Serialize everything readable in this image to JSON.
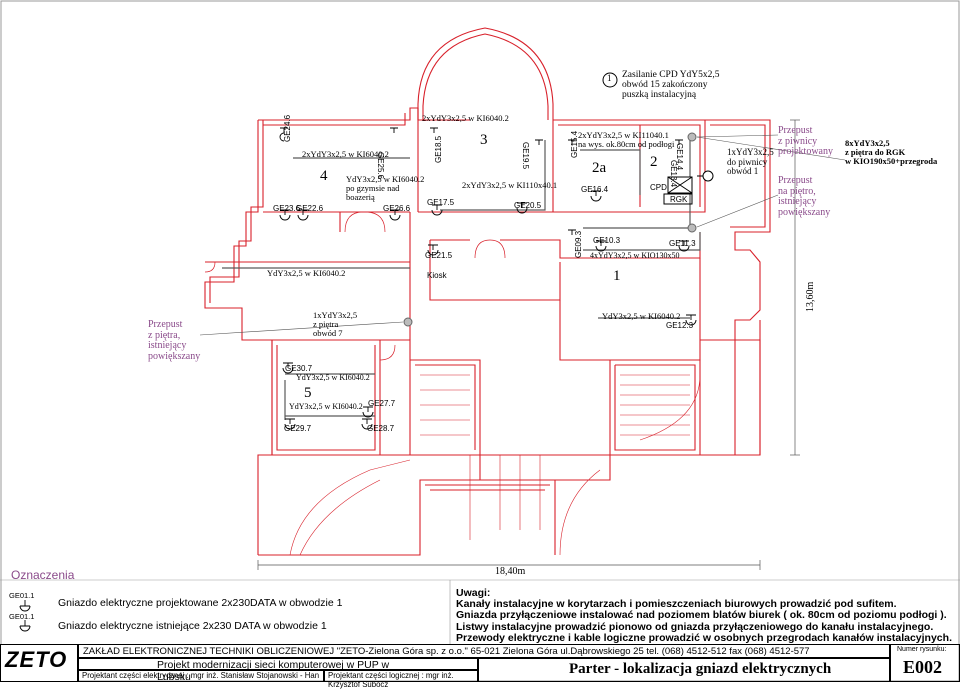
{
  "callout": {
    "number": "1",
    "line1": "Zasilanie CPD YdY5x2,5",
    "line2": "obwód 15 zakończony",
    "line3": "puszką instalacyjną"
  },
  "rooms": {
    "r3": "3",
    "r4": "4",
    "r2a": "2a",
    "r2": "2",
    "r1": "1",
    "r5": "5",
    "kiosk": "Kiosk",
    "cpd": "CPD",
    "rgk": "RGK"
  },
  "cables": {
    "c1": "2xYdY3x2,5 w KI6040.2",
    "c2": "2xYdY3x2,5 w KI6040.2",
    "c3": "YdY3x2,5 w KI6040.2",
    "c3b": "po gzymsie nad",
    "c3c": "boazerią",
    "c4": "2xYdY3x2,5 w KI110x40.1",
    "c5": "2xYdY3x2,5 w KI11040.1",
    "c5b": "na wys. ok.80cm od podłogi",
    "c6": "4xYdY3x2,5 w KIO130x50",
    "c7": "YdY3x2,5 w KI6040.2",
    "c8": "YdY3x2,5 w KI6040.2",
    "c9": "1xYdY3x2,5",
    "c9b": "z piętra",
    "c9c": "obwód 7",
    "c10": "YdY3x2,5 w KI6040.2",
    "c11": "YdY3x2,5 w KI6040.2",
    "c12": "1xYdY3x2,5",
    "c12b": "do piwnicy",
    "c12c": "obwód 1"
  },
  "outlets": [
    "GE24.6",
    "GE25.6",
    "GE18.5",
    "GE19.5",
    "GE15.4",
    "GE14.4",
    "GE13.4",
    "GE23.6",
    "GE22.6",
    "GE26.6",
    "GE17.5",
    "GE20.5",
    "GE16.4",
    "GE21.5",
    "GE09.3",
    "GE10.3",
    "GE11.3",
    "GE12.3",
    "GE30.7",
    "GE27.7",
    "GE29.7",
    "GE28.7"
  ],
  "side_notes": {
    "pass1a": "Przepust",
    "pass1b": "z piwnicy",
    "pass1c": "projektowany",
    "pass2a": "Przepust",
    "pass2b": "na piętro,",
    "pass2c": "istniejący",
    "pass2d": "powiększany",
    "pass3a": "Przepust",
    "pass3b": "z piętra,",
    "pass3c": "istniejący",
    "pass3d": "powiększany",
    "riser1": "8xYdY3x2,5",
    "riser2": "z piętra do RGK",
    "riser3": "w KIO190x50+przegroda"
  },
  "dimensions": {
    "height": "13,60m",
    "width": "18,40m"
  },
  "legend": {
    "title": "Oznaczenia",
    "sym1": "GE01.1",
    "text1": "Gniazdo elektryczne projektowane  2x230DATA w obwodzie 1",
    "sym2": "GE01.1",
    "text2": "Gniazdo elektryczne istniejące  2x230 DATA w obwodzie 1"
  },
  "notes": {
    "title": "Uwagi:",
    "n1": "Kanały instalacyjne w korytarzach i pomieszczeniach biurowych prowadzić pod sufitem.",
    "n2": "Gniazda przyłączeniowe instalować nad poziomem blatów biurek ( ok. 80cm od poziomu podłogi ).",
    "n3": "Listwy instalacyjne prowadzić pionowo od gniazda przyłączeniowego do kanału instalacyjnego.",
    "n4": "Przewody elektryczne i kable logiczne prowadzić w osobnych przegrodach kanałów instalacyjnych."
  },
  "title_block": {
    "logo": "ZETO",
    "company": "ZAKŁAD ELEKTRONICZNEJ TECHNIKI OBLICZENIOWEJ \"ZETO-Zielona Góra sp. z o.o.\"   65-021 Zielona Góra ul.Dąbrowskiego 25  tel. (068) 4512-512  fax (068) 4512-577",
    "project": "Projekt modernizacji  sieci komputerowej  w PUP w Lubsku",
    "designer1": "Projektant części elektrycznej :  mgr inż. Stanisław Stojanowski - Han",
    "designer2": "Projektant części logicznej :  mgr inż. Krzysztof Subocz",
    "sheet_title": "Parter - lokalizacja gniazd elektrycznych",
    "drawing_no_label": "Numer rysunku:",
    "drawing_no": "E002"
  },
  "colors": {
    "walls": "#d8202a",
    "cable": "#5a5a5a",
    "purple": "#8a4a8a"
  }
}
